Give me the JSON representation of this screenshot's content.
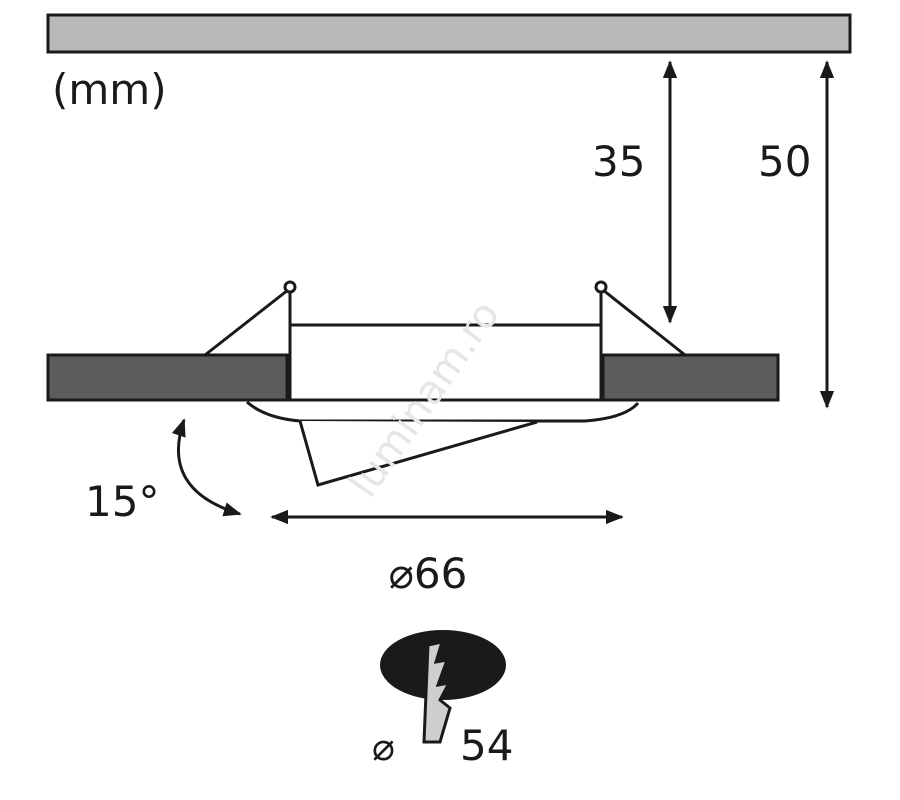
{
  "units_label": "(mm)",
  "dimensions": {
    "recess_depth": "35",
    "total_height": "50",
    "tilt_angle": "15°",
    "outer_diameter": "⌀66",
    "cutout_symbol": "⌀",
    "cutout_diameter": "54"
  },
  "watermark": "luminam.ro",
  "colors": {
    "ceiling": "#b9b9b9",
    "panel": "#5c5c5c",
    "line": "#1a1a1a",
    "drill": "#cfcfcf"
  }
}
